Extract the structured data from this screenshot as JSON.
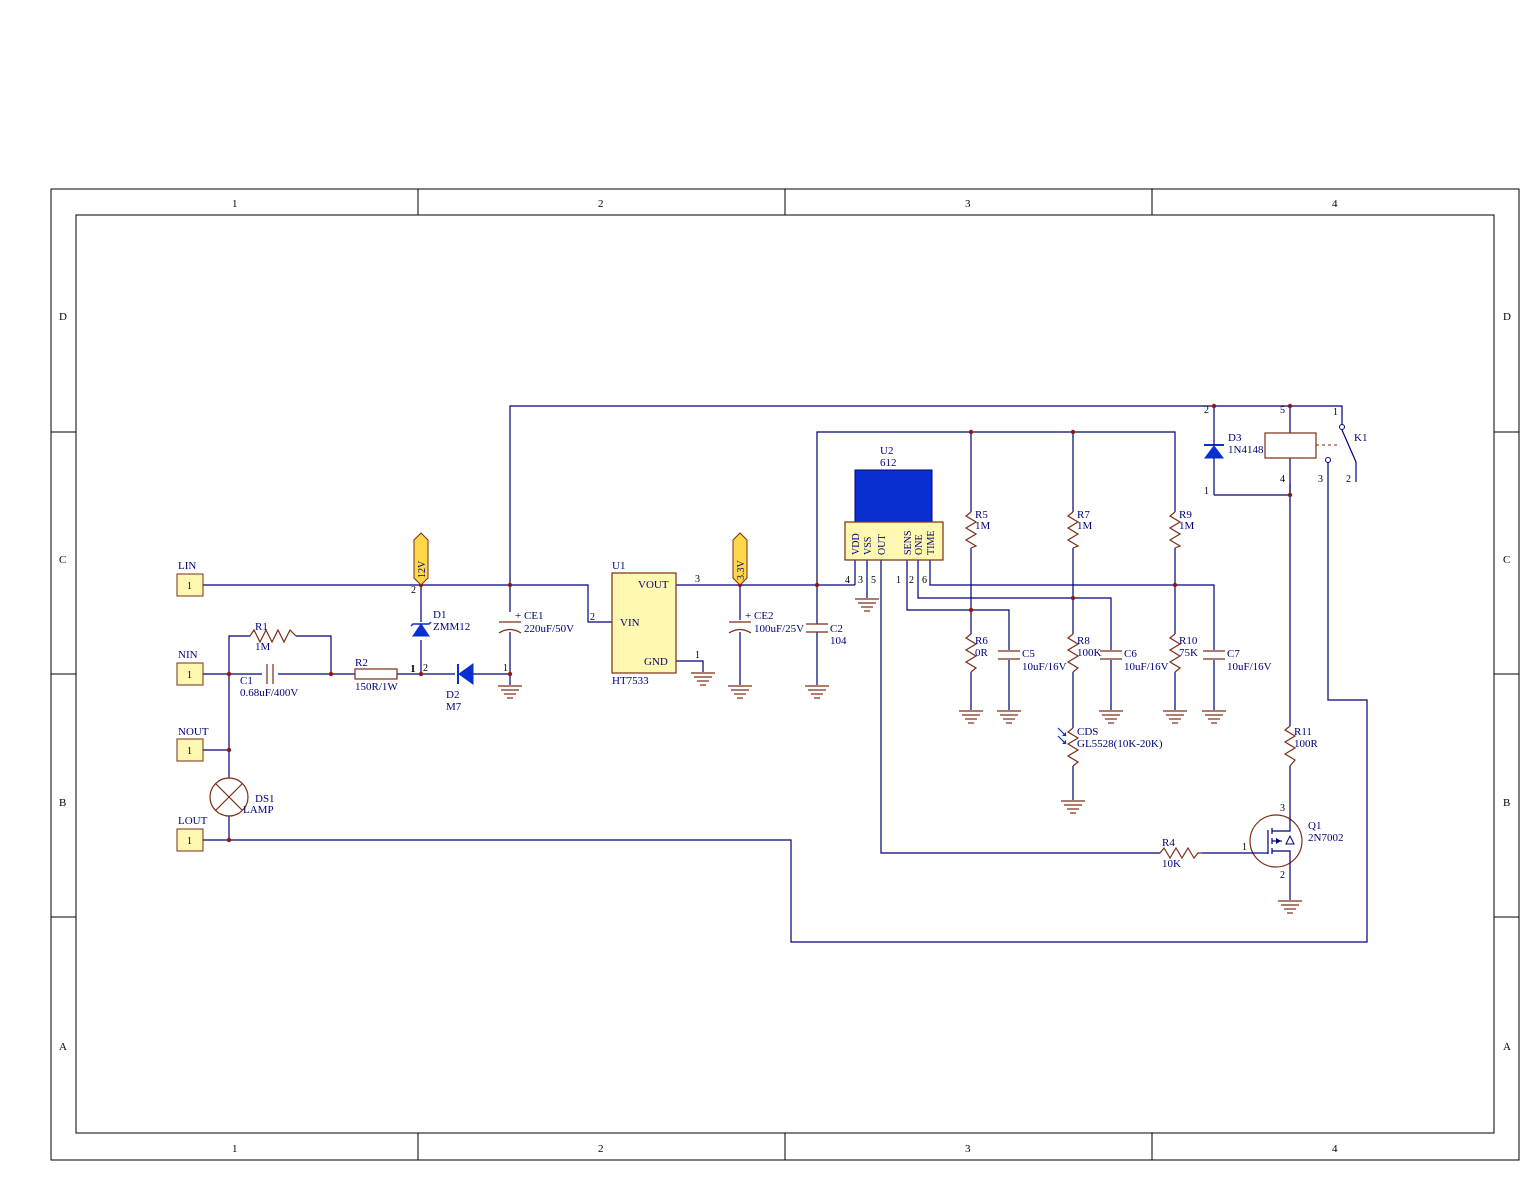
{
  "sheet": {
    "zones_columns": [
      "1",
      "2",
      "3",
      "4"
    ],
    "zones_rows": [
      "D",
      "C",
      "B",
      "A"
    ]
  },
  "ports": {
    "lin": {
      "name": "LIN",
      "pin": "1"
    },
    "nin": {
      "name": "NIN",
      "pin": "1"
    },
    "nout": {
      "name": "NOUT",
      "pin": "1"
    },
    "lout": {
      "name": "LOUT",
      "pin": "1"
    }
  },
  "net_labels": {
    "v12": "12V",
    "v33": "3.3V"
  },
  "components": {
    "r1": {
      "ref": "R1",
      "value": "1M"
    },
    "c1": {
      "ref": "C1",
      "value": "0.68uF/400V"
    },
    "r2": {
      "ref": "R2",
      "value": "150R/1W"
    },
    "d1": {
      "ref": "D1",
      "value": "ZMM12"
    },
    "d2": {
      "ref": "D2",
      "value": "M7"
    },
    "ce1": {
      "ref": "CE1",
      "value": "220uF/50V"
    },
    "u1": {
      "ref": "U1",
      "value": "HT7533",
      "pin_vout": "VOUT",
      "pin_vin": "VIN",
      "pin_gnd": "GND"
    },
    "ce2": {
      "ref": "CE2",
      "value": "100uF/25V"
    },
    "c2": {
      "ref": "C2",
      "value": "104"
    },
    "u2": {
      "ref": "U2",
      "value": "612",
      "pins": [
        "VDD",
        "VSS",
        "OUT",
        "SENS",
        "ONE",
        "TIME"
      ],
      "pin_nums": [
        "4",
        "3",
        "5",
        "1",
        "2",
        "6"
      ]
    },
    "r5": {
      "ref": "R5",
      "value": "1M"
    },
    "r6": {
      "ref": "R6",
      "value": "0R"
    },
    "c5": {
      "ref": "C5",
      "value": "10uF/16V"
    },
    "r7": {
      "ref": "R7",
      "value": "1M"
    },
    "r8": {
      "ref": "R8",
      "value": "100K"
    },
    "c6": {
      "ref": "C6",
      "value": "10uF/16V"
    },
    "cds": {
      "ref": "CDS",
      "value": "GL5528(10K-20K)"
    },
    "r9": {
      "ref": "R9",
      "value": "1M"
    },
    "r10": {
      "ref": "R10",
      "value": "75K"
    },
    "c7": {
      "ref": "C7",
      "value": "10uF/16V"
    },
    "d3": {
      "ref": "D3",
      "value": "1N4148"
    },
    "k1": {
      "ref": "K1"
    },
    "r11": {
      "ref": "R11",
      "value": "100R"
    },
    "r4": {
      "ref": "R4",
      "value": "10K"
    },
    "q1": {
      "ref": "Q1",
      "value": "2N7002"
    },
    "ds1": {
      "ref": "DS1",
      "value": "LAMP"
    }
  },
  "pin_numbers": {
    "d1_top": "2",
    "d1_bot": "1",
    "r2_right": "1",
    "d2_left": "2",
    "d2_right": "1",
    "u1_in": "2",
    "u1_out": "3",
    "u1_gnd": "1",
    "d3_top": "2",
    "d3_bot": "1",
    "k1_5": "5",
    "k1_1": "1",
    "k1_4": "4",
    "k1_3": "3",
    "k1_2": "2",
    "q1_d": "3",
    "q1_g": "1",
    "q1_s": "2"
  },
  "colors": {
    "wire": "#00007c",
    "component": "#7a2d14",
    "junction": "#8b1a1a",
    "ic_body": "#fff8b0",
    "accent": "#0a2fd0"
  }
}
